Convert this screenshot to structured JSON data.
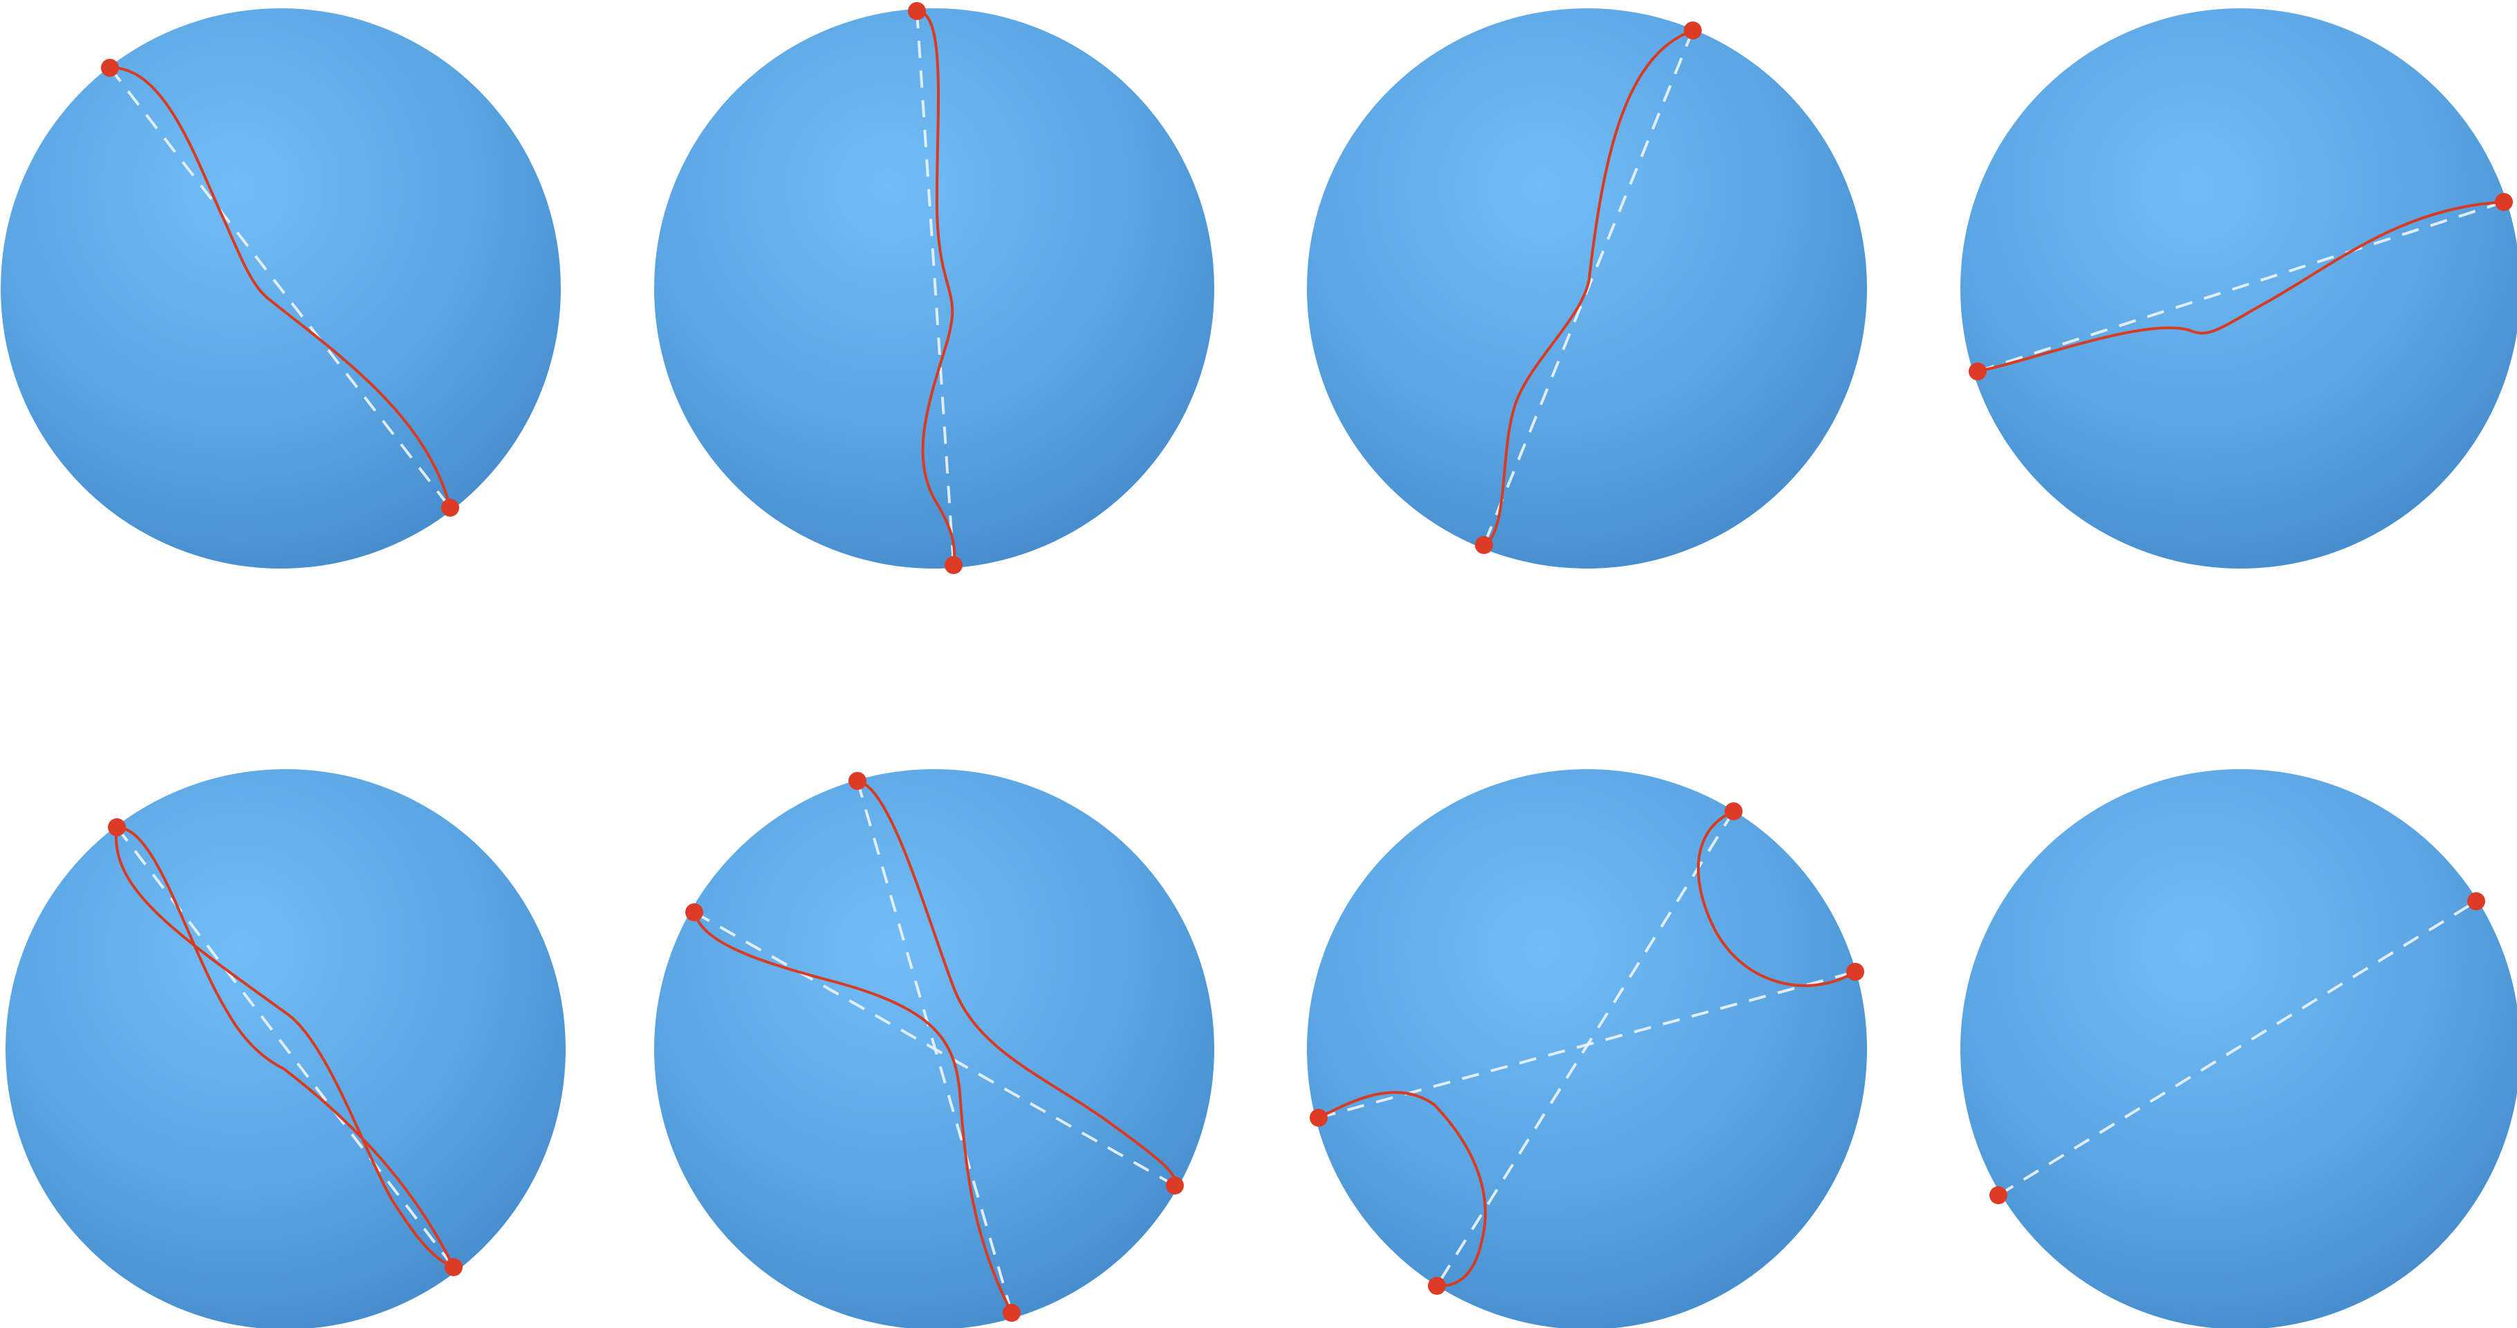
{
  "figure": {
    "rows": 2,
    "columns": 4,
    "colors": {
      "background": "#ffffff",
      "disk_highlight": "#72bdf7",
      "disk_mid": "#5aa5e2",
      "disk_shadow": "#3e83c5",
      "path": "#d73c23",
      "endpoint": "#dd3b25",
      "chord": "#ecf3fa"
    },
    "panels": [
      {
        "chords": 1,
        "endpoint_count": 2,
        "paths": 1,
        "path_style": "single red boundary-to-boundary curve with S-bend",
        "chord_style": "dashed light chord"
      },
      {
        "chords": 1,
        "endpoint_count": 2,
        "paths": 1,
        "path_style": "single red boundary-to-boundary curve with small bend",
        "chord_style": "dashed light chord"
      },
      {
        "chords": 1,
        "endpoint_count": 2,
        "paths": 1,
        "path_style": "single red boundary-to-boundary curve with S-bend",
        "chord_style": "dashed light chord"
      },
      {
        "chords": 1,
        "endpoint_count": 2,
        "paths": 1,
        "path_style": "single red boundary-to-boundary curve with gentle bend",
        "chord_style": "dashed light chord"
      },
      {
        "chords": 1,
        "endpoint_count": 2,
        "paths": 2,
        "path_style": "two red curves between same endpoints forming crossing loop",
        "chord_style": "dashed light chord"
      },
      {
        "chords": 2,
        "endpoint_count": 4,
        "paths": 2,
        "path_style": "two red curves with two crossing chords",
        "chord_style": "dashed light chords"
      },
      {
        "chords": 2,
        "endpoint_count": 4,
        "paths": 2,
        "path_style": "two separate red loops near boundary",
        "chord_style": "dashed light chords"
      },
      {
        "chords": 1,
        "endpoint_count": 2,
        "paths": 0,
        "path_style": "no red path",
        "chord_style": "dashed light chord"
      }
    ]
  }
}
